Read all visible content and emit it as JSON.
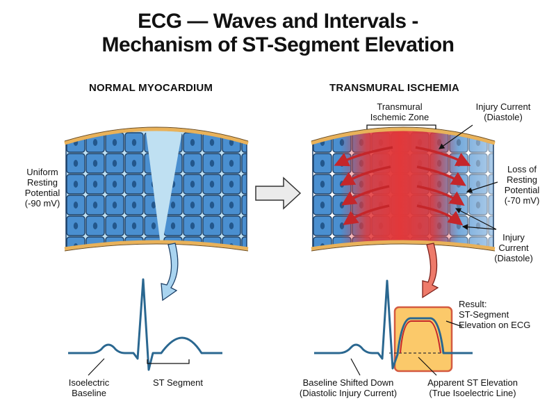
{
  "title": {
    "line1": "ECG — Waves and Intervals -",
    "line2": "Mechanism of ST-Segment Elevation"
  },
  "left_panel": {
    "heading": "NORMAL MYOCARDIUM",
    "potential_label": [
      "Uniform",
      "Resting",
      "Potential",
      "(-90 mV)"
    ],
    "isoelectric_label": [
      "Isoelectric",
      "Baseline"
    ],
    "st_segment_label": "ST Segment"
  },
  "right_panel": {
    "heading": "TRANSMURAL ISCHEMIA",
    "zone_label": [
      "Transmural",
      "Ischemic Zone"
    ],
    "injury_top_label": [
      "Injury Current",
      "(Diastole)"
    ],
    "loss_label": [
      "Loss of",
      "Resting",
      "Potential",
      "(-70 mV)"
    ],
    "injury_bottom_label": [
      "Injury",
      "Current",
      "(Diastole)"
    ],
    "result_label": [
      "Result:",
      "ST-Segment",
      "Elevation on ECG"
    ],
    "baseline_label": [
      "Baseline Shifted Down",
      "(Diastolic Injury Current)"
    ],
    "apparent_label": [
      "Apparent ST Elevation",
      "(True Isoelectric Line)"
    ]
  },
  "colors": {
    "cell_blue": "#4a8fd0",
    "cell_outline": "#1c3f66",
    "light_blue": "#bfe0f2",
    "ischemia_red": "#e2383a",
    "membrane_tan": "#e9b25a",
    "ecg_line": "#2a6790",
    "result_box": "#fbc96a",
    "result_border": "#d45a40",
    "arrow_gray": "#ebebeb"
  }
}
